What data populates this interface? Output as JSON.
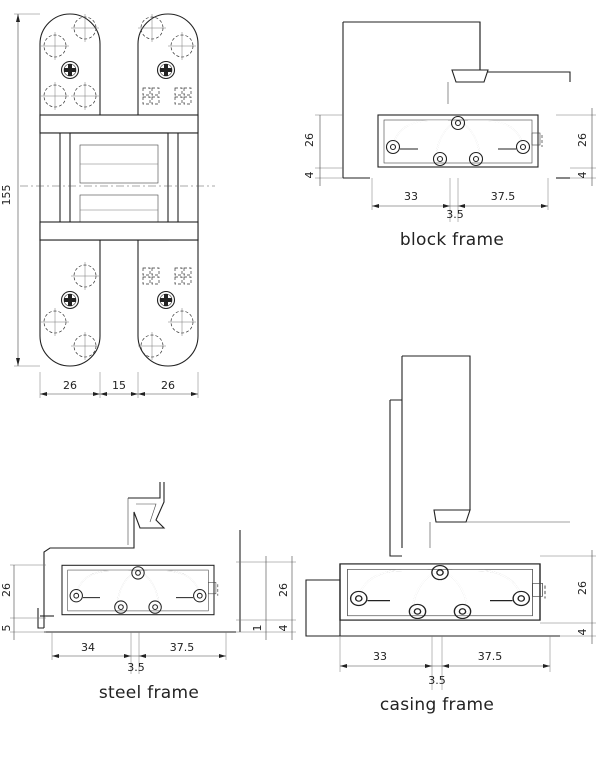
{
  "hinge_front": {
    "dim_height": "155",
    "dim_leaf_left": "26",
    "dim_middle": "15",
    "dim_leaf_right": "26"
  },
  "block_frame": {
    "caption": "block frame",
    "dim_left_26": "26",
    "dim_left_4": "4",
    "dim_right_26": "26",
    "dim_right_4": "4",
    "dim_33": "33",
    "dim_37_5": "37.5",
    "dim_3_5": "3.5"
  },
  "steel_frame": {
    "caption": "steel frame",
    "dim_left_26": "26",
    "dim_left_5": "5",
    "dim_right_26": "26",
    "dim_1": "1",
    "dim_4": "4",
    "dim_34": "34",
    "dim_37_5": "37.5",
    "dim_3_5": "3.5"
  },
  "casing_frame": {
    "caption": "casing frame",
    "dim_right_26": "26",
    "dim_right_4": "4",
    "dim_33": "33",
    "dim_37_5": "37.5",
    "dim_3_5": "3.5"
  }
}
